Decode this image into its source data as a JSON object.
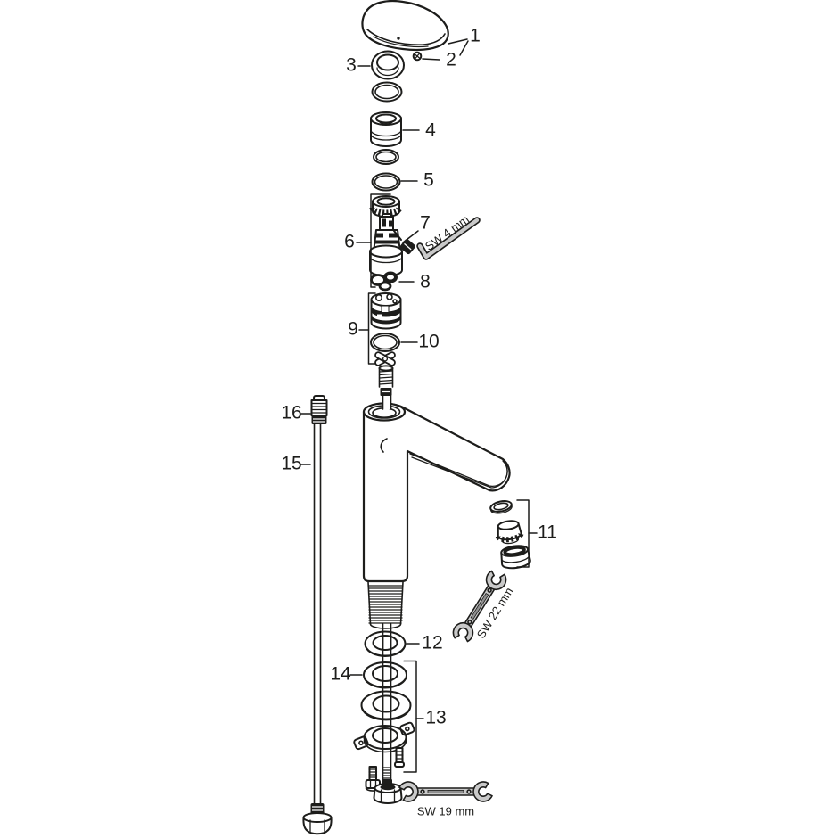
{
  "diagram": {
    "type": "exploded-parts-diagram",
    "subject": "single-lever basin mixer faucet",
    "colors": {
      "line": "#1d1d1b",
      "tool_fill": "#c9c9c9",
      "background": "#ffffff"
    },
    "callouts": [
      {
        "number": "1"
      },
      {
        "number": "2"
      },
      {
        "number": "3"
      },
      {
        "number": "4"
      },
      {
        "number": "5"
      },
      {
        "number": "6"
      },
      {
        "number": "7"
      },
      {
        "number": "8"
      },
      {
        "number": "9"
      },
      {
        "number": "10"
      },
      {
        "number": "11"
      },
      {
        "number": "12"
      },
      {
        "number": "13"
      },
      {
        "number": "14"
      },
      {
        "number": "15"
      },
      {
        "number": "16"
      }
    ],
    "tools": [
      {
        "label": "SW 4 mm"
      },
      {
        "label": "SW 22 mm"
      },
      {
        "label": "SW 19 mm"
      }
    ]
  }
}
